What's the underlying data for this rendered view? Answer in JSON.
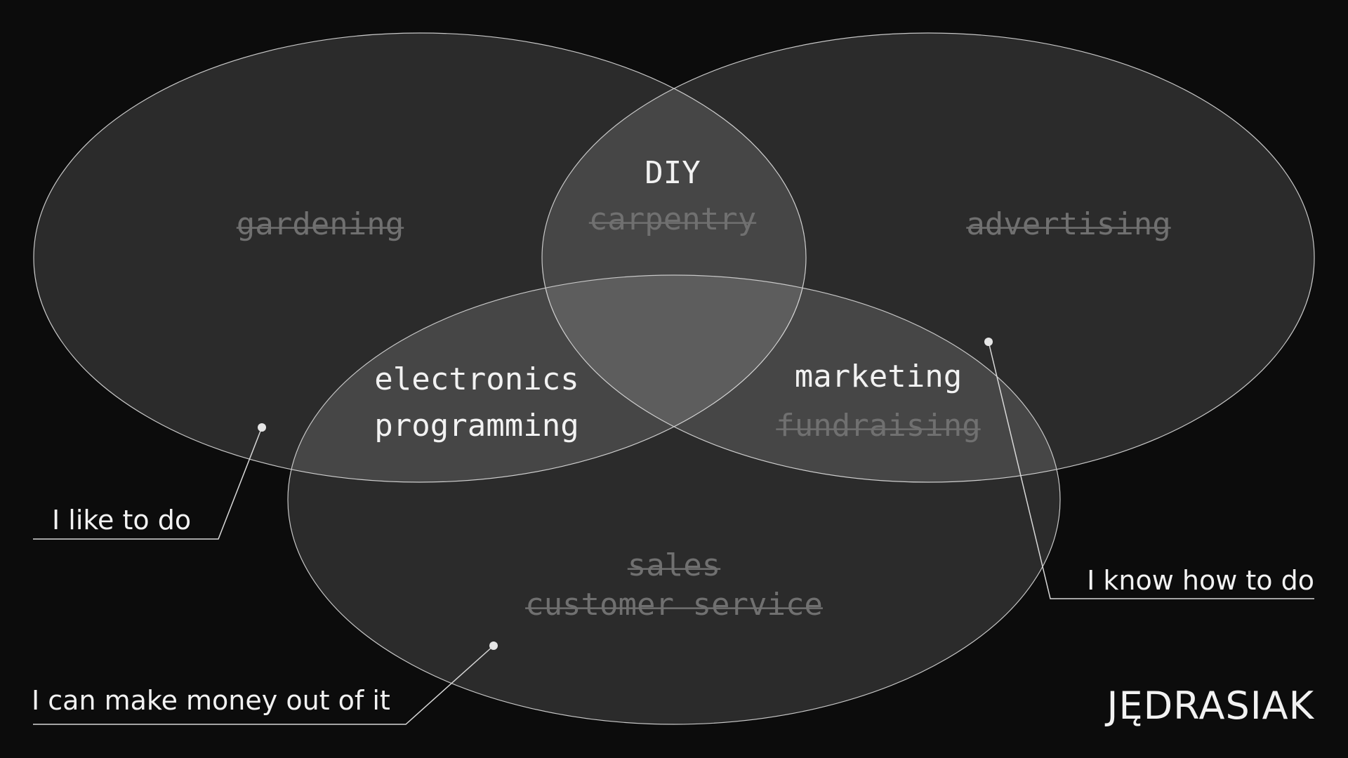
{
  "sets": [
    {
      "id": "like",
      "label": "I like to do"
    },
    {
      "id": "know",
      "label": "I know how to do"
    },
    {
      "id": "money",
      "label": "I can make money out of it"
    }
  ],
  "regions": {
    "like_only": [
      {
        "text": "gardening",
        "struck": true
      }
    ],
    "know_only": [
      {
        "text": "advertising",
        "struck": true
      }
    ],
    "like_know": [
      {
        "text": "DIY",
        "struck": false
      },
      {
        "text": "carpentry",
        "struck": true
      }
    ],
    "like_money": [
      {
        "text": "electronics",
        "struck": false
      },
      {
        "text": "programming",
        "struck": false
      }
    ],
    "know_money": [
      {
        "text": "marketing",
        "struck": false
      },
      {
        "text": "fundraising",
        "struck": true
      }
    ],
    "money_only": [
      {
        "text": "sales",
        "struck": true
      },
      {
        "text": "customer service",
        "struck": true
      }
    ]
  },
  "brand": {
    "logo_text": "JĘDRASIAK"
  },
  "colors": {
    "background": "#0c0c0c",
    "circle_fill": "rgba(255,255,255,0.13)",
    "circle_stroke": "#c8c8c8",
    "active_text": "#f2f2f2",
    "struck_text": "#707070"
  }
}
